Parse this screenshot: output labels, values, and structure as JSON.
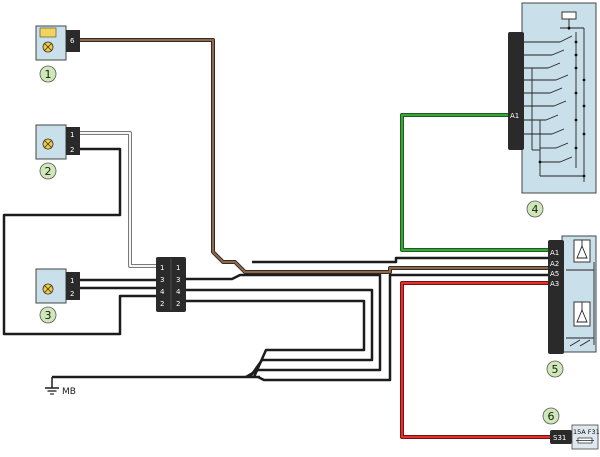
{
  "colors": {
    "brown": "#8b6a52",
    "white_wire": "#e6e6e6",
    "black_wire": "#1c1c1c",
    "green": "#2e8b2e",
    "red": "#d02020",
    "component_fill": "#c9dfea",
    "connector": "#2a2a2a",
    "badge_fill": "#cfe8b8"
  },
  "components": [
    {
      "number": "1",
      "pins": [
        "6"
      ],
      "icon": "lamp-icon"
    },
    {
      "number": "2",
      "pins": [
        "1",
        "2"
      ],
      "icon": "lamp-icon"
    },
    {
      "number": "3",
      "pins": [
        "1",
        "2"
      ],
      "icon": "lamp-icon"
    },
    {
      "number": "4",
      "pins": [
        "A1"
      ],
      "icon": "switch-array-icon"
    },
    {
      "number": "5",
      "pins": [
        "A1",
        "A2",
        "A5",
        "A3"
      ],
      "icon": "relay-icon"
    },
    {
      "number": "6",
      "pins": [
        "S31"
      ],
      "fuse": "15A F31"
    }
  ],
  "splice": {
    "left_pins": [
      "1",
      "3",
      "4",
      "2"
    ],
    "right_pins": [
      "1",
      "3",
      "4",
      "2"
    ]
  },
  "ground": {
    "label": "MB"
  }
}
